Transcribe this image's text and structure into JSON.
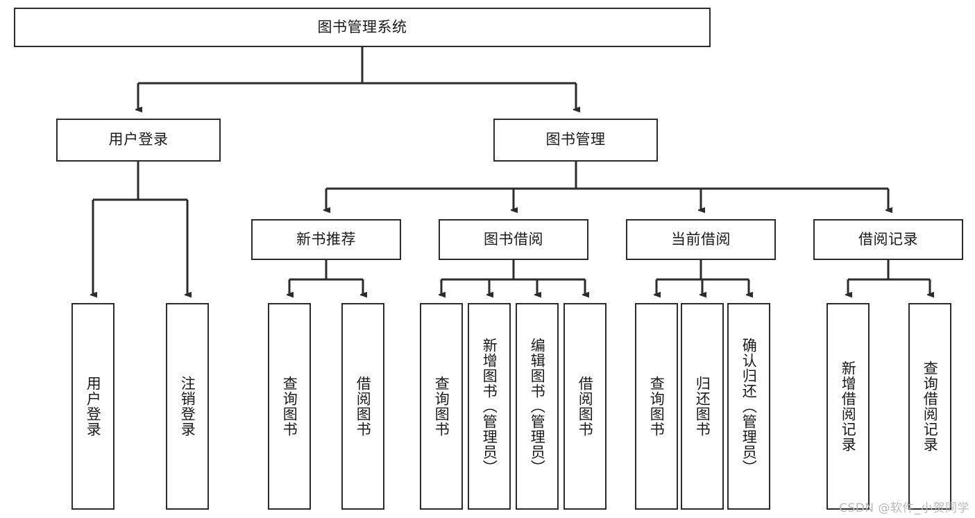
{
  "diagram": {
    "type": "tree-hierarchy-diagram",
    "title": "图书管理系统",
    "line_color": "#2b2b2b",
    "box_fill": "#ffffff",
    "text_color": "#1a1a1a",
    "root": {
      "label": "图书管理系统",
      "orientation": "horizontal"
    },
    "level2": [
      {
        "label": "用户登录",
        "orientation": "horizontal"
      },
      {
        "label": "图书管理",
        "orientation": "horizontal"
      }
    ],
    "level3": [
      {
        "label": "新书推荐",
        "orientation": "horizontal"
      },
      {
        "label": "图书借阅",
        "orientation": "horizontal"
      },
      {
        "label": "当前借阅",
        "orientation": "horizontal"
      },
      {
        "label": "借阅记录",
        "orientation": "horizontal"
      }
    ],
    "leaves_user_login": [
      {
        "label": "用户登录",
        "orientation": "vertical"
      },
      {
        "label": "注销登录",
        "orientation": "vertical"
      }
    ],
    "leaves_new_book": [
      {
        "label": "查询图书",
        "orientation": "vertical"
      },
      {
        "label": "借阅图书",
        "orientation": "vertical"
      }
    ],
    "leaves_borrow": [
      {
        "label": "查询图书",
        "orientation": "vertical"
      },
      {
        "label": "新增图书（管理员）",
        "orientation": "vertical"
      },
      {
        "label": "编辑图书（管理员）",
        "orientation": "vertical"
      },
      {
        "label": "借阅图书",
        "orientation": "vertical"
      }
    ],
    "leaves_current": [
      {
        "label": "查询图书",
        "orientation": "vertical"
      },
      {
        "label": "归还图书",
        "orientation": "vertical"
      },
      {
        "label": "确认归还（管理员）",
        "orientation": "vertical"
      }
    ],
    "leaves_records": [
      {
        "label": "新增借阅记录",
        "orientation": "vertical"
      },
      {
        "label": "查询借阅记录",
        "orientation": "vertical"
      }
    ]
  },
  "watermark": {
    "text": "CSDN @软件_小贺同学",
    "color": "#b9b9b9"
  }
}
